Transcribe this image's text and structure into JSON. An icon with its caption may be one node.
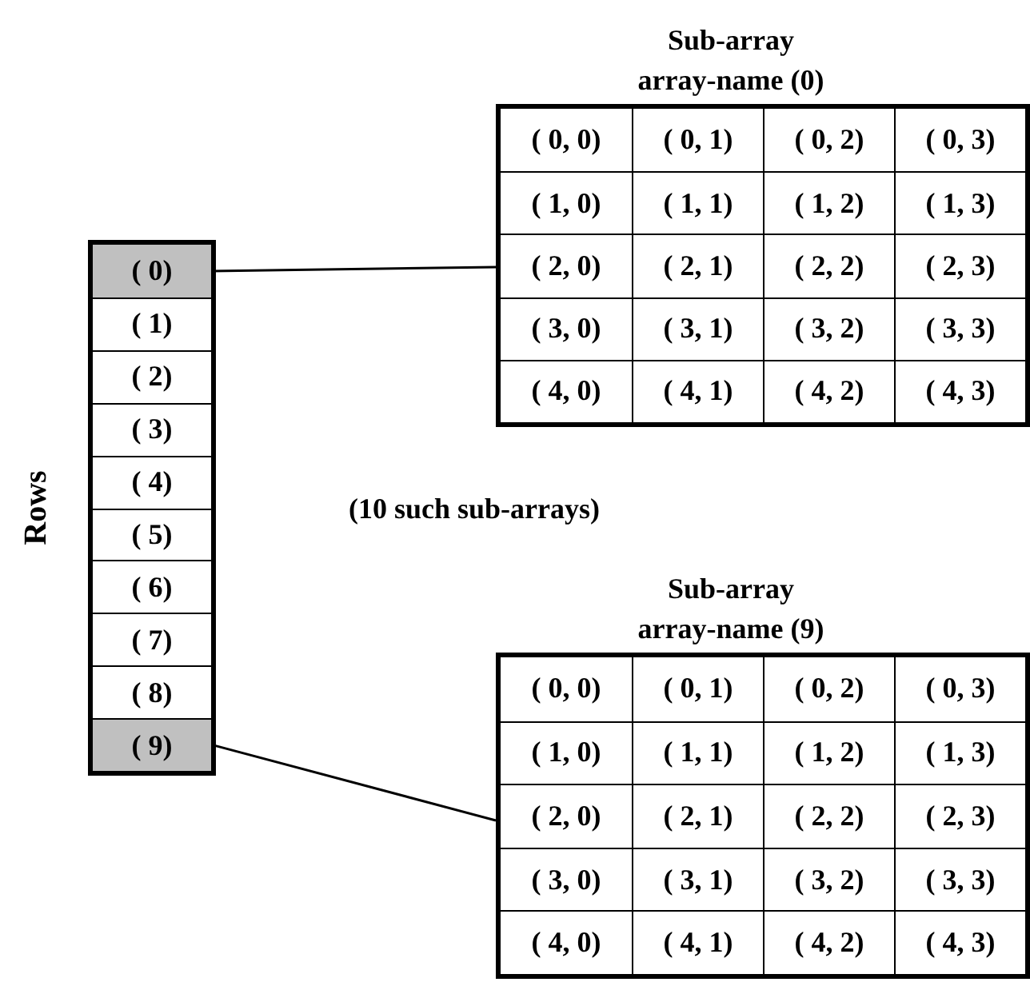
{
  "diagram": {
    "nodes": [
      {
        "text": [
          "Rows"
        ]
      },
      {
        "text": [
          "( 0)"
        ],
        "in": 0
      },
      {
        "text": [
          "( 1)"
        ],
        "in": 0
      },
      {
        "text": [
          "( 2)"
        ],
        "in": 0
      },
      {
        "text": [
          "( 3)"
        ],
        "in": 0
      },
      {
        "text": [
          "( 4)"
        ],
        "in": 0
      },
      {
        "text": [
          "( 5)"
        ],
        "in": 0
      },
      {
        "text": [
          "( 6)"
        ],
        "in": 0
      },
      {
        "text": [
          "( 7)"
        ],
        "in": 0
      },
      {
        "text": [
          "( 8)"
        ],
        "in": 0
      },
      {
        "text": [
          "( 9)"
        ],
        "in": 0
      },
      {
        "text": [
          "Sub-array",
          "array-name (0)"
        ]
      },
      {
        "text": [
          "( 0, 0)"
        ],
        "in": 11
      },
      {
        "text": [
          "( 0, 1)"
        ],
        "in": 11
      },
      {
        "text": [
          "( 0, 2)"
        ],
        "in": 11
      },
      {
        "text": [
          "( 0, 3)"
        ],
        "in": 11
      },
      {
        "text": [
          "( 1, 0)"
        ],
        "in": 11
      },
      {
        "text": [
          "( 1, 1)"
        ],
        "in": 11
      },
      {
        "text": [
          "( 1, 2)"
        ],
        "in": 11
      },
      {
        "text": [
          "( 1, 3)"
        ],
        "in": 11
      },
      {
        "text": [
          "( 2, 0)"
        ],
        "in": 11
      },
      {
        "text": [
          "( 2, 1)"
        ],
        "in": 11
      },
      {
        "text": [
          "( 2, 2)"
        ],
        "in": 11
      },
      {
        "text": [
          "( 2, 3)"
        ],
        "in": 11
      },
      {
        "text": [
          "( 3, 0)"
        ],
        "in": 11
      },
      {
        "text": [
          "( 3, 1)"
        ],
        "in": 11
      },
      {
        "text": [
          "( 3, 2)"
        ],
        "in": 11
      },
      {
        "text": [
          "( 3, 3)"
        ],
        "in": 11
      },
      {
        "text": [
          "( 4, 0)"
        ],
        "in": 11
      },
      {
        "text": [
          "( 4, 1)"
        ],
        "in": 11
      },
      {
        "text": [
          "( 4, 2)"
        ],
        "in": 11
      },
      {
        "text": [
          "( 4, 3)"
        ],
        "in": 11
      },
      {
        "text": [
          "Sub-array",
          "array-name (9)"
        ]
      },
      {
        "text": [
          "( 0, 0)"
        ],
        "in": 32
      },
      {
        "text": [
          "( 0, 1)"
        ],
        "in": 32
      },
      {
        "text": [
          "( 0, 2)"
        ],
        "in": 32
      },
      {
        "text": [
          "( 0, 3)"
        ],
        "in": 32
      },
      {
        "text": [
          "( 1, 0)"
        ],
        "in": 32
      },
      {
        "text": [
          "( 1, 1)"
        ],
        "in": 32
      },
      {
        "text": [
          "( 1, 2)"
        ],
        "in": 32
      },
      {
        "text": [
          "( 1, 3)"
        ],
        "in": 32
      },
      {
        "text": [
          "( 2, 0)"
        ],
        "in": 32
      },
      {
        "text": [
          "( 2, 1)"
        ],
        "in": 32
      },
      {
        "text": [
          "( 2, 2)"
        ],
        "in": 32
      },
      {
        "text": [
          "( 2, 3)"
        ],
        "in": 32
      },
      {
        "text": [
          "( 3, 0)"
        ],
        "in": 32
      },
      {
        "text": [
          "( 3, 1)"
        ],
        "in": 32
      },
      {
        "text": [
          "( 3, 2)"
        ],
        "in": 32
      },
      {
        "text": [
          "( 3, 3)"
        ],
        "in": 32
      },
      {
        "text": [
          "( 4, 0)"
        ],
        "in": 32
      },
      {
        "text": [
          "( 4, 1)"
        ],
        "in": 32
      },
      {
        "text": [
          "( 4, 2)"
        ],
        "in": 32
      },
      {
        "text": [
          "( 4, 3)"
        ],
        "in": 32
      }
    ],
    "edges": [
      {
        "from": 1,
        "to": 11,
        "arrow": "none"
      },
      {
        "from": 10,
        "to": 32,
        "arrow": "none"
      }
    ],
    "labels": [
      "(10 such sub-arrays)"
    ]
  }
}
